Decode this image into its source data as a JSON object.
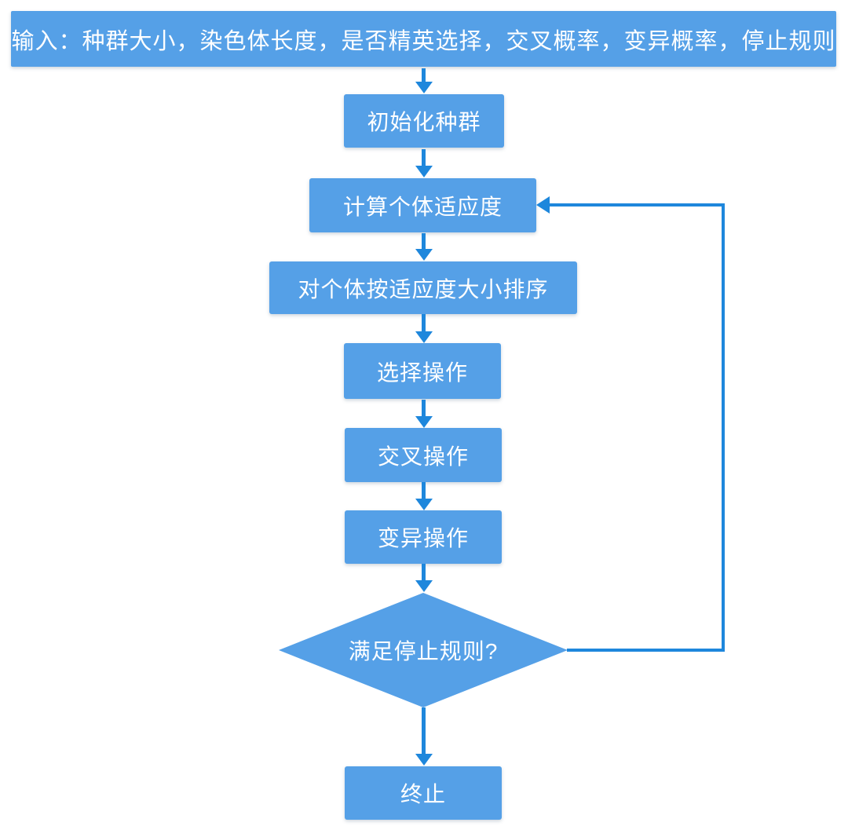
{
  "colors": {
    "node_fill": "#55A0E7",
    "arrow": "#1E87DC",
    "node_text": "#FFFFFF",
    "background": "#FFFFFF"
  },
  "flowchart": {
    "title_context": "genetic-algorithm-flowchart",
    "input_banner": {
      "label": "输入：种群大小，染色体长度，是否精英选择，交叉概率，变异概率，停止规则"
    },
    "nodes": [
      {
        "id": "initialize-population",
        "type": "process",
        "label": "初始化种群"
      },
      {
        "id": "compute-fitness",
        "type": "process",
        "label": "计算个体适应度"
      },
      {
        "id": "sort-by-fitness",
        "type": "process",
        "label": "对个体按适应度大小排序"
      },
      {
        "id": "selection",
        "type": "process",
        "label": "选择操作"
      },
      {
        "id": "crossover",
        "type": "process",
        "label": "交叉操作"
      },
      {
        "id": "mutation",
        "type": "process",
        "label": "变异操作"
      },
      {
        "id": "stop-rule-check",
        "type": "decision",
        "label": "满足停止规则?"
      },
      {
        "id": "terminate",
        "type": "terminal",
        "label": "终止"
      }
    ],
    "edges": [
      {
        "from": "input-banner",
        "to": "initialize-population",
        "label": ""
      },
      {
        "from": "initialize-population",
        "to": "compute-fitness",
        "label": ""
      },
      {
        "from": "compute-fitness",
        "to": "sort-by-fitness",
        "label": ""
      },
      {
        "from": "sort-by-fitness",
        "to": "selection",
        "label": ""
      },
      {
        "from": "selection",
        "to": "crossover",
        "label": ""
      },
      {
        "from": "crossover",
        "to": "mutation",
        "label": ""
      },
      {
        "from": "mutation",
        "to": "stop-rule-check",
        "label": ""
      },
      {
        "from": "stop-rule-check",
        "to": "terminate",
        "label": ""
      },
      {
        "from": "stop-rule-check",
        "to": "compute-fitness",
        "label": "",
        "kind": "loop-back-right-side"
      }
    ]
  }
}
